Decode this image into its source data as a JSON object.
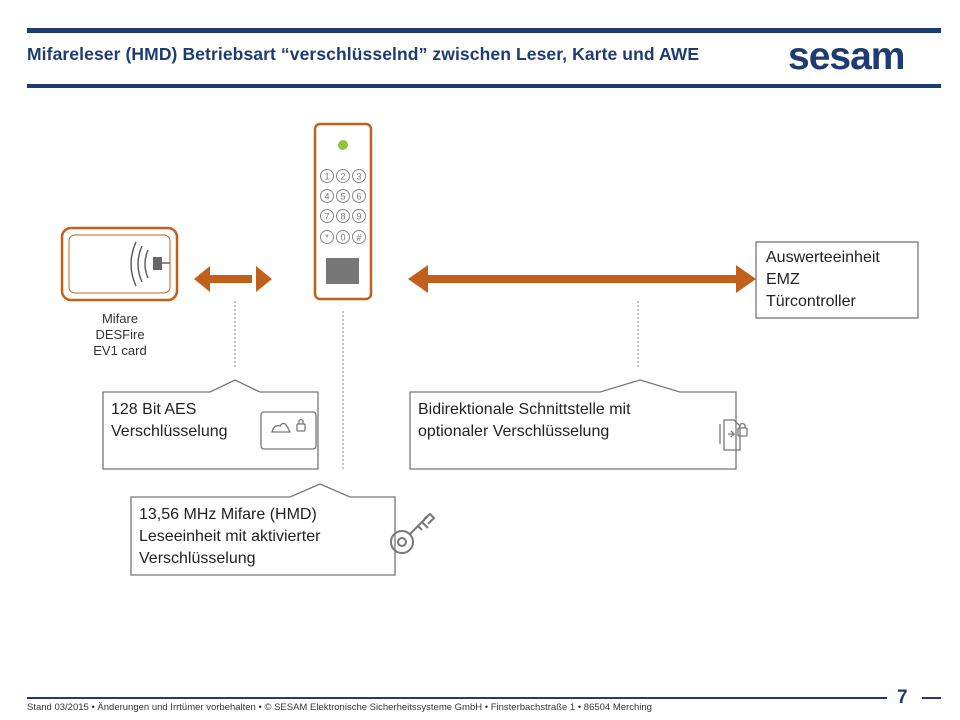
{
  "header": {
    "title": "Mifareleser (HMD) Betriebsart “verschlüsselnd” zwischen Leser, Karte und AWE",
    "logo": "sesam"
  },
  "card": {
    "label_lines": [
      "Mifare",
      "DESFire",
      "EV1 card"
    ]
  },
  "reader": {
    "keys": [
      "1",
      "2",
      "3",
      "4",
      "5",
      "6",
      "7",
      "8",
      "9",
      "*",
      "0",
      "#"
    ],
    "led_color": "#8cc63f"
  },
  "controller": {
    "lines": [
      "Auswerteeinheit",
      "EMZ",
      "Türcontroller"
    ]
  },
  "callouts": {
    "aes": {
      "lines": [
        "128 Bit AES",
        "Verschlüsselung"
      ],
      "icon": "card-lock-icon"
    },
    "interface": {
      "lines": [
        "Bidirektionale Schnittstelle mit",
        "optionaler Verschlüsselung"
      ],
      "icon": "document-lock-icon"
    },
    "reader_unit": {
      "lines": [
        "13,56 MHz Mifare (HMD)",
        "Leseeinheit mit aktivierter",
        "Verschlüsselung"
      ],
      "icon": "key-icon"
    }
  },
  "colors": {
    "brand": "#1f3c72",
    "accent": "#c0601a",
    "arrow": "#c0601a",
    "box_border": "#777777"
  },
  "footer": {
    "text": "Stand 03/2015 • Änderungen und Irrtümer vorbehalten • © SESAM Elektronische Sicherheitssysteme GmbH • Finsterbachstraße 1 • 86504 Merching",
    "page": "7"
  }
}
